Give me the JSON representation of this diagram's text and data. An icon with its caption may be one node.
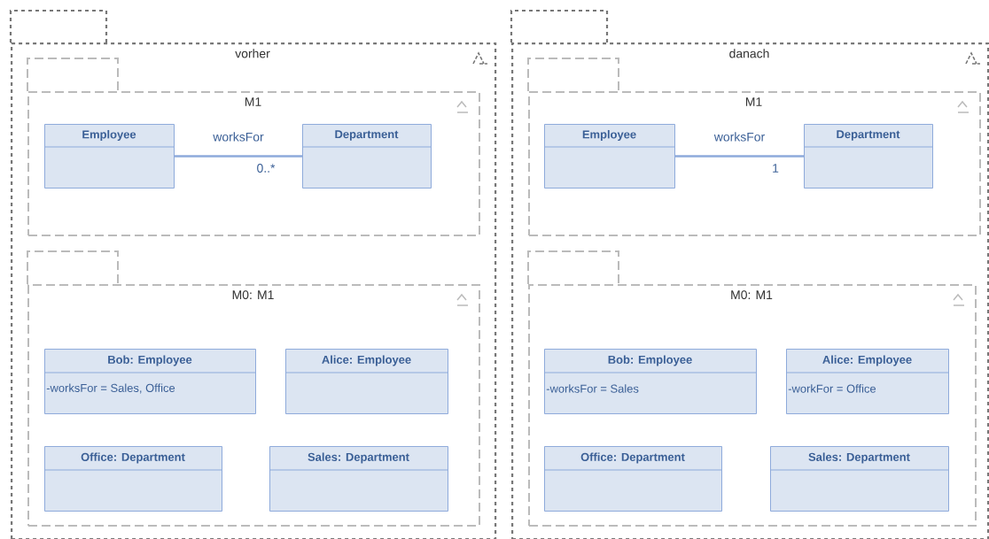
{
  "diagram": {
    "nodes": [
      {
        "text": [
          "vorher"
        ]
      },
      {
        "text": [
          "M1"
        ],
        "in": 0
      },
      {
        "text": [
          "Employee"
        ],
        "in": 1
      },
      {
        "text": [
          "Department"
        ],
        "in": 1
      },
      {
        "text": [
          "M0: M1"
        ],
        "in": 0
      },
      {
        "text": [
          "Bob: Employee",
          "-worksFor = Sales, Office"
        ],
        "in": 4
      },
      {
        "text": [
          "Alice: Employee"
        ],
        "in": 4
      },
      {
        "text": [
          "Office: Department"
        ],
        "in": 4
      },
      {
        "text": [
          "Sales: Department"
        ],
        "in": 4
      },
      {
        "text": [
          "danach"
        ]
      },
      {
        "text": [
          "M1"
        ],
        "in": 9
      },
      {
        "text": [
          "Employee"
        ],
        "in": 10
      },
      {
        "text": [
          "Department"
        ],
        "in": 10
      },
      {
        "text": [
          "M0: M1"
        ],
        "in": 9
      },
      {
        "text": [
          "Bob: Employee",
          "-worksFor = Sales"
        ],
        "in": 13
      },
      {
        "text": [
          "Alice: Employee",
          "-workFor = Office"
        ],
        "in": 13
      },
      {
        "text": [
          "Office: Department"
        ],
        "in": 13
      },
      {
        "text": [
          "Sales: Department"
        ],
        "in": 13
      }
    ],
    "edges": [
      {
        "from": 2,
        "to": 3,
        "arrow": "none",
        "label": "worksFor"
      },
      {
        "from": 11,
        "to": 12,
        "arrow": "none",
        "label": "worksFor"
      }
    ],
    "labels": [
      "0..*",
      "1"
    ]
  }
}
